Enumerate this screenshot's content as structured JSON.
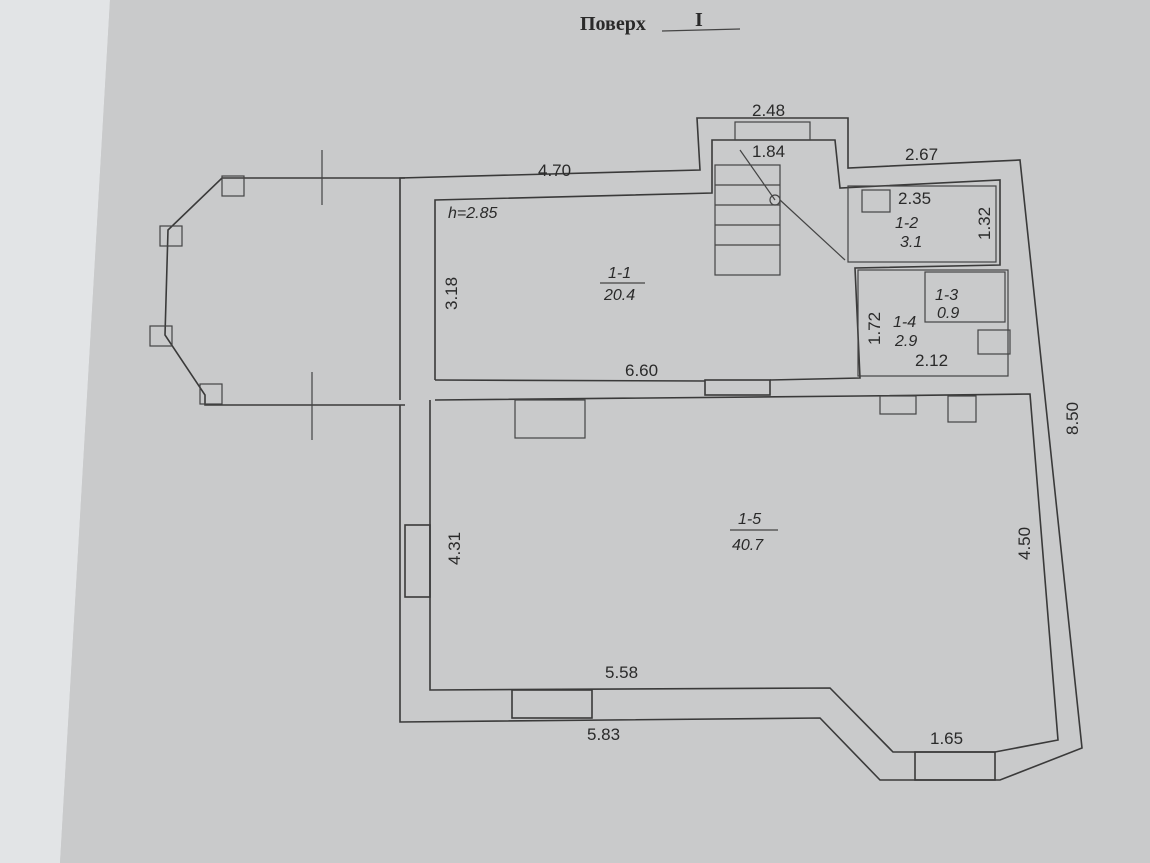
{
  "title": {
    "label": "Поверх",
    "floor": "I"
  },
  "ceiling_height": "h=2.85",
  "rooms": [
    {
      "id": "1-1",
      "area": "20.4"
    },
    {
      "id": "1-2",
      "area": "3.1"
    },
    {
      "id": "1-3",
      "area": "0.9"
    },
    {
      "id": "1-4",
      "area": "2.9"
    },
    {
      "id": "1-5",
      "area": "40.7"
    }
  ],
  "dimensions": {
    "top_left": "4.70",
    "stair_top": "2.48",
    "stair_inner": "1.84",
    "top_right": "2.67",
    "wc_width": "2.35",
    "wc_depth": "1.32",
    "room_1_1_depth": "3.18",
    "room_1_4_depth": "1.72",
    "bath_width": "2.12",
    "room_1_1_width": "6.60",
    "right_outer": "8.50",
    "right_inner": "4.50",
    "left_inner": "4.31",
    "bottom_inner": "5.58",
    "bottom_outer": "5.83",
    "bay_window": "1.65"
  },
  "colors": {
    "paper": "#c8c9ca",
    "ink": "#2a2a2a",
    "margin": "#e4e6e8"
  }
}
